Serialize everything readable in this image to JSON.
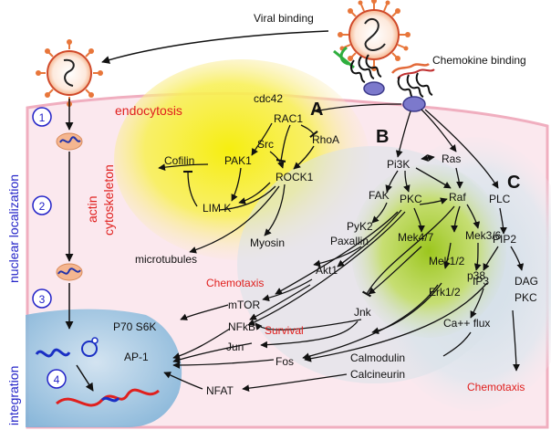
{
  "colors": {
    "cell_fill": "#fbe8ee",
    "cell_stroke": "#f0aebf",
    "nucleus": "#7fb3d8",
    "yellow": "#f7ef2a",
    "green": "#a6cf24",
    "red_text": "#e0201e",
    "blue_text": "#2323c8",
    "virus": "#e8763a",
    "receptor": "#7c79cc"
  },
  "top": {
    "viral_binding": "Viral binding",
    "chemokine_binding": "Chemokine binding"
  },
  "side_labels": {
    "nuclear_localization": "nuclear localization",
    "integration": "integration",
    "cytoskeleton": "cytoskeleton",
    "actin": "actin",
    "endocytosis": "endocytosis"
  },
  "steps": [
    "1",
    "2",
    "3",
    "4"
  ],
  "regions": {
    "a": "A",
    "b": "B",
    "c": "C"
  },
  "nodes": {
    "cdc42": "cdc42",
    "rac1": "RAC1",
    "rhoa": "RhoA",
    "src": "Src",
    "pak1": "PAK1",
    "rock1": "ROCK1",
    "cofilin": "Cofilin",
    "limk": "LIM K",
    "myosin": "Myosin",
    "microtubules": "microtubules",
    "pi3k": "Pi3K",
    "ras": "Ras",
    "fak": "FAK",
    "pkc_b": "PKC",
    "raf": "Raf",
    "pyk2": "PyK2",
    "paxallin": "Paxallin",
    "mek47": "Mek4/7",
    "mek36": "Mek3/6",
    "mek12": "Mek1/2",
    "akt1": "Akt1",
    "p38": "p38",
    "erk12": "Erk1/2",
    "mtor": "mTOR",
    "jnk": "Jnk",
    "p70s6k": "P70 S6K",
    "nfkb": "NFkB",
    "jun": "Jun",
    "ap1": "AP-1",
    "fos": "Fos",
    "nfat": "NFAT",
    "plc": "PLC",
    "pip2": "PIP2",
    "ip3": "IP3",
    "dag": "DAG",
    "pkc_c": "PKC",
    "ca_flux": "Ca++ flux",
    "calmodulin": "Calmodulin",
    "calcineurin": "Calcineurin"
  },
  "outcomes": {
    "chemotaxis_b": "Chemotaxis",
    "survival": "Survival",
    "chemotaxis_c": "Chemotaxis"
  }
}
